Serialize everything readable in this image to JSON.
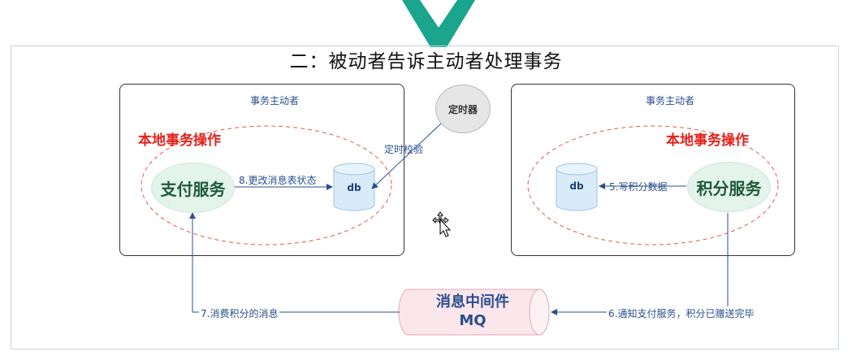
{
  "title": "二：被动者告诉主动者处理事务",
  "left_box": {
    "label": "事务主动者",
    "local_tx_label": "本地事务操作",
    "service": "支付服务",
    "db": "db",
    "edge_update": "8.更改消息表状态"
  },
  "right_box": {
    "label": "事务主动者",
    "local_tx_label": "本地事务操作",
    "service": "积分服务",
    "db": "db",
    "edge_write": "5.写积分数据"
  },
  "timer": {
    "label": "定时器",
    "edge": "定时校验"
  },
  "mq": {
    "line1": "消息中间件",
    "line2": "MQ"
  },
  "edge_consume": "7.消费积分的消息",
  "edge_notify": "6.通知支付服务，积分已赠送完毕",
  "colors": {
    "red": "#e3221a",
    "blue": "#2a4f8c",
    "green_fill": "#e3f4ea",
    "db_fill": "#d9ebf9",
    "mq_fill": "#fbe6ec",
    "logo": "#1aa58c"
  }
}
